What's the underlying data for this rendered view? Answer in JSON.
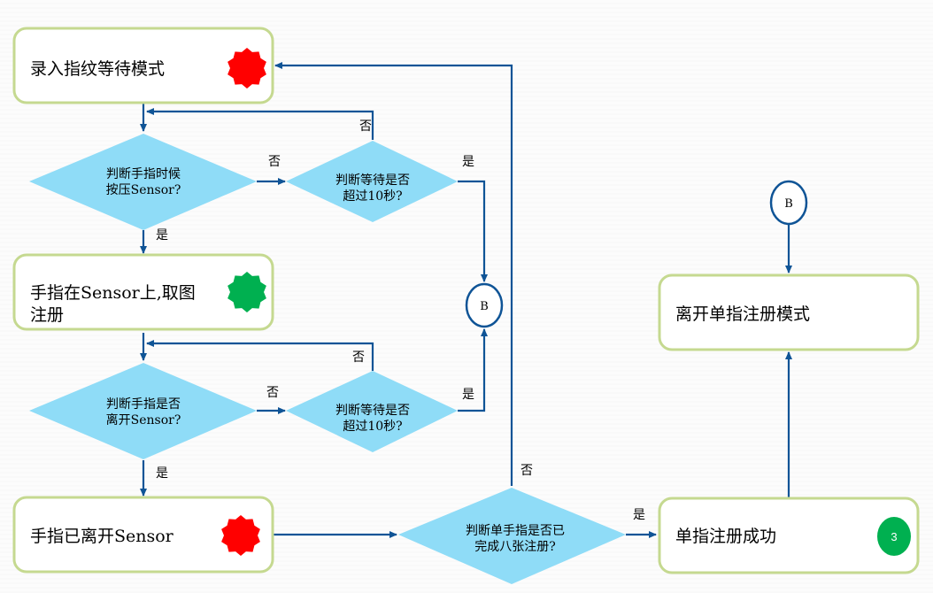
{
  "colors": {
    "process_border": "#c5d990",
    "process_fill": "#ffffff",
    "decision_fill": "#8fdcf7",
    "connector_line": "#0f5496",
    "marker_red": "#ff0000",
    "marker_green": "#00b050",
    "badge_green": "#00b050"
  },
  "nodes": {
    "enroll_wait": {
      "line1": "录入指纹等待模式",
      "marker": "red-starburst"
    },
    "finger_on_sensor": {
      "line1": "手指在Sensor上,取图",
      "line2": "注册",
      "marker": "green-starburst"
    },
    "finger_left": {
      "line1": "手指已离开Sensor",
      "marker": "red-starburst"
    },
    "leave_mode": {
      "line1": "离开单指注册模式"
    },
    "enroll_success": {
      "line1": "单指注册成功",
      "badge": "3"
    }
  },
  "decisions": {
    "press_check": {
      "line1": "判断手指时候",
      "line2": "按压Sensor?"
    },
    "timeout_1": {
      "line1": "判断等待是否",
      "line2": "超过10秒?"
    },
    "leave_check": {
      "line1": "判断手指是否",
      "line2": "离开Sensor?"
    },
    "timeout_2": {
      "line1": "判断等待是否",
      "line2": "超过10秒?"
    },
    "eight_check": {
      "line1": "判断单手指是否已",
      "line2": "完成八张注册?"
    }
  },
  "connectors": {
    "b_left": "B",
    "b_right": "B"
  },
  "labels": {
    "yes": "是",
    "no": "否"
  }
}
